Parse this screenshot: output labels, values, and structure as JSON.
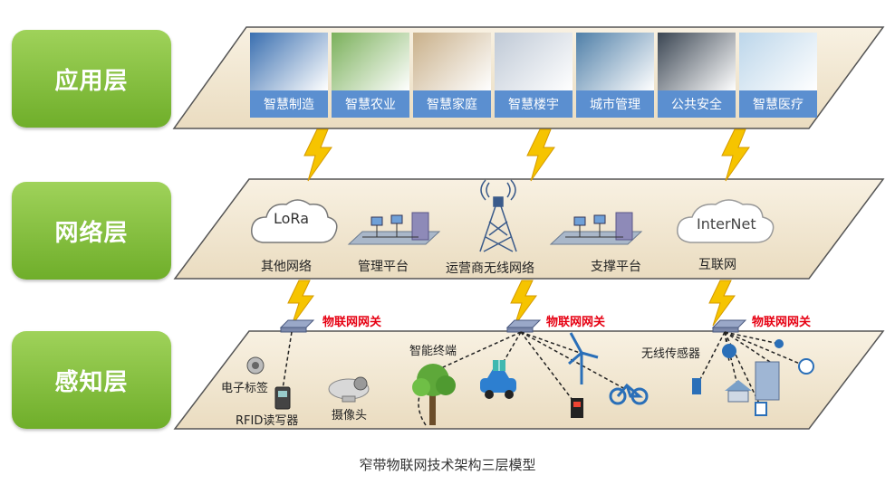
{
  "layers": {
    "application": "应用层",
    "network": "网络层",
    "perception": "感知层"
  },
  "applications": [
    "智慧制造",
    "智慧农业",
    "智慧家庭",
    "智慧楼宇",
    "城市管理",
    "公共安全",
    "智慧医疗"
  ],
  "network": {
    "lora": "LoRa",
    "internet": "InterNet",
    "other_network": "其他网络",
    "management_platform": "管理平台",
    "carrier_wireless": "运营商无线网络",
    "support_platform": "支撑平台",
    "internet_label": "互联网"
  },
  "perception": {
    "gateway": "物联网网关",
    "electronic_tag": "电子标签",
    "rfid_reader": "RFID读写器",
    "camera": "摄像头",
    "smart_terminal": "智能终端",
    "wireless_sensor": "无线传感器"
  },
  "caption": "窄带物联网技术架构三层模型",
  "colors": {
    "layer_green": "#7dbb34",
    "platform_beige": "#f3ead8",
    "app_label_blue": "#5b8fd0",
    "lightning": "#f6c400",
    "gateway_red": "#e60012"
  }
}
